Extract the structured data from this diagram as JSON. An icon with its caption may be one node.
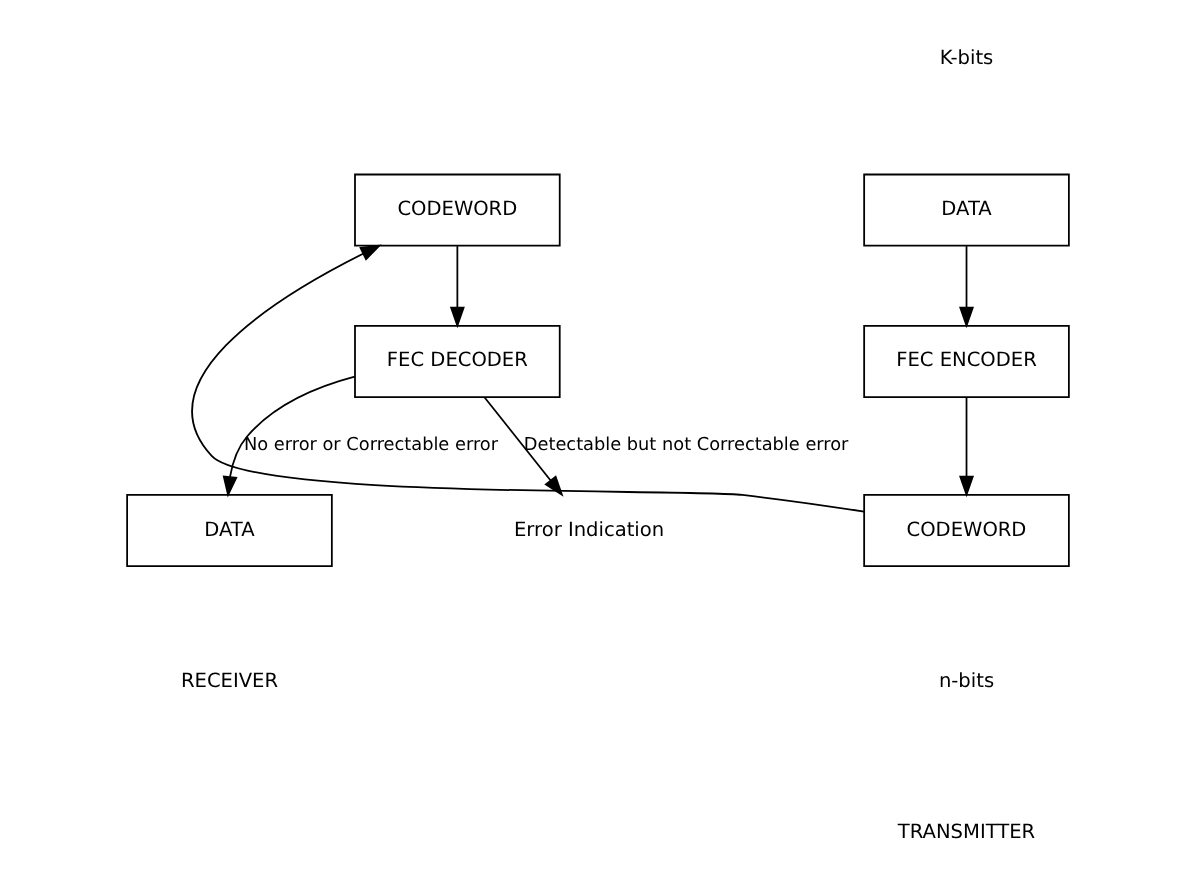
{
  "diagram": {
    "nodes": [
      {
        "text": [
          "DATA"
        ]
      },
      {
        "text": [
          "FEC ENCODER"
        ]
      },
      {
        "text": [
          "CODEWORD"
        ]
      },
      {
        "text": [
          "CODEWORD"
        ]
      },
      {
        "text": [
          "FEC DECODER"
        ]
      },
      {
        "text": [
          "DATA"
        ]
      },
      {
        "text": [
          "Error Indication"
        ]
      }
    ],
    "edges": [
      {
        "from": 0,
        "to": 1,
        "arrow": "to"
      },
      {
        "from": 1,
        "to": 2,
        "arrow": "to"
      },
      {
        "from": 2,
        "to": 3,
        "arrow": "to"
      },
      {
        "from": 3,
        "to": 4,
        "arrow": "to"
      },
      {
        "from": 4,
        "to": 5,
        "arrow": "to",
        "label": "No error or Correctable error"
      },
      {
        "from": 4,
        "to": 6,
        "arrow": "to",
        "label": "Detectable but not Correctable error"
      }
    ],
    "labels": [
      "K-bits",
      "n-bits",
      "TRANSMITTER",
      "RECEIVER"
    ]
  }
}
